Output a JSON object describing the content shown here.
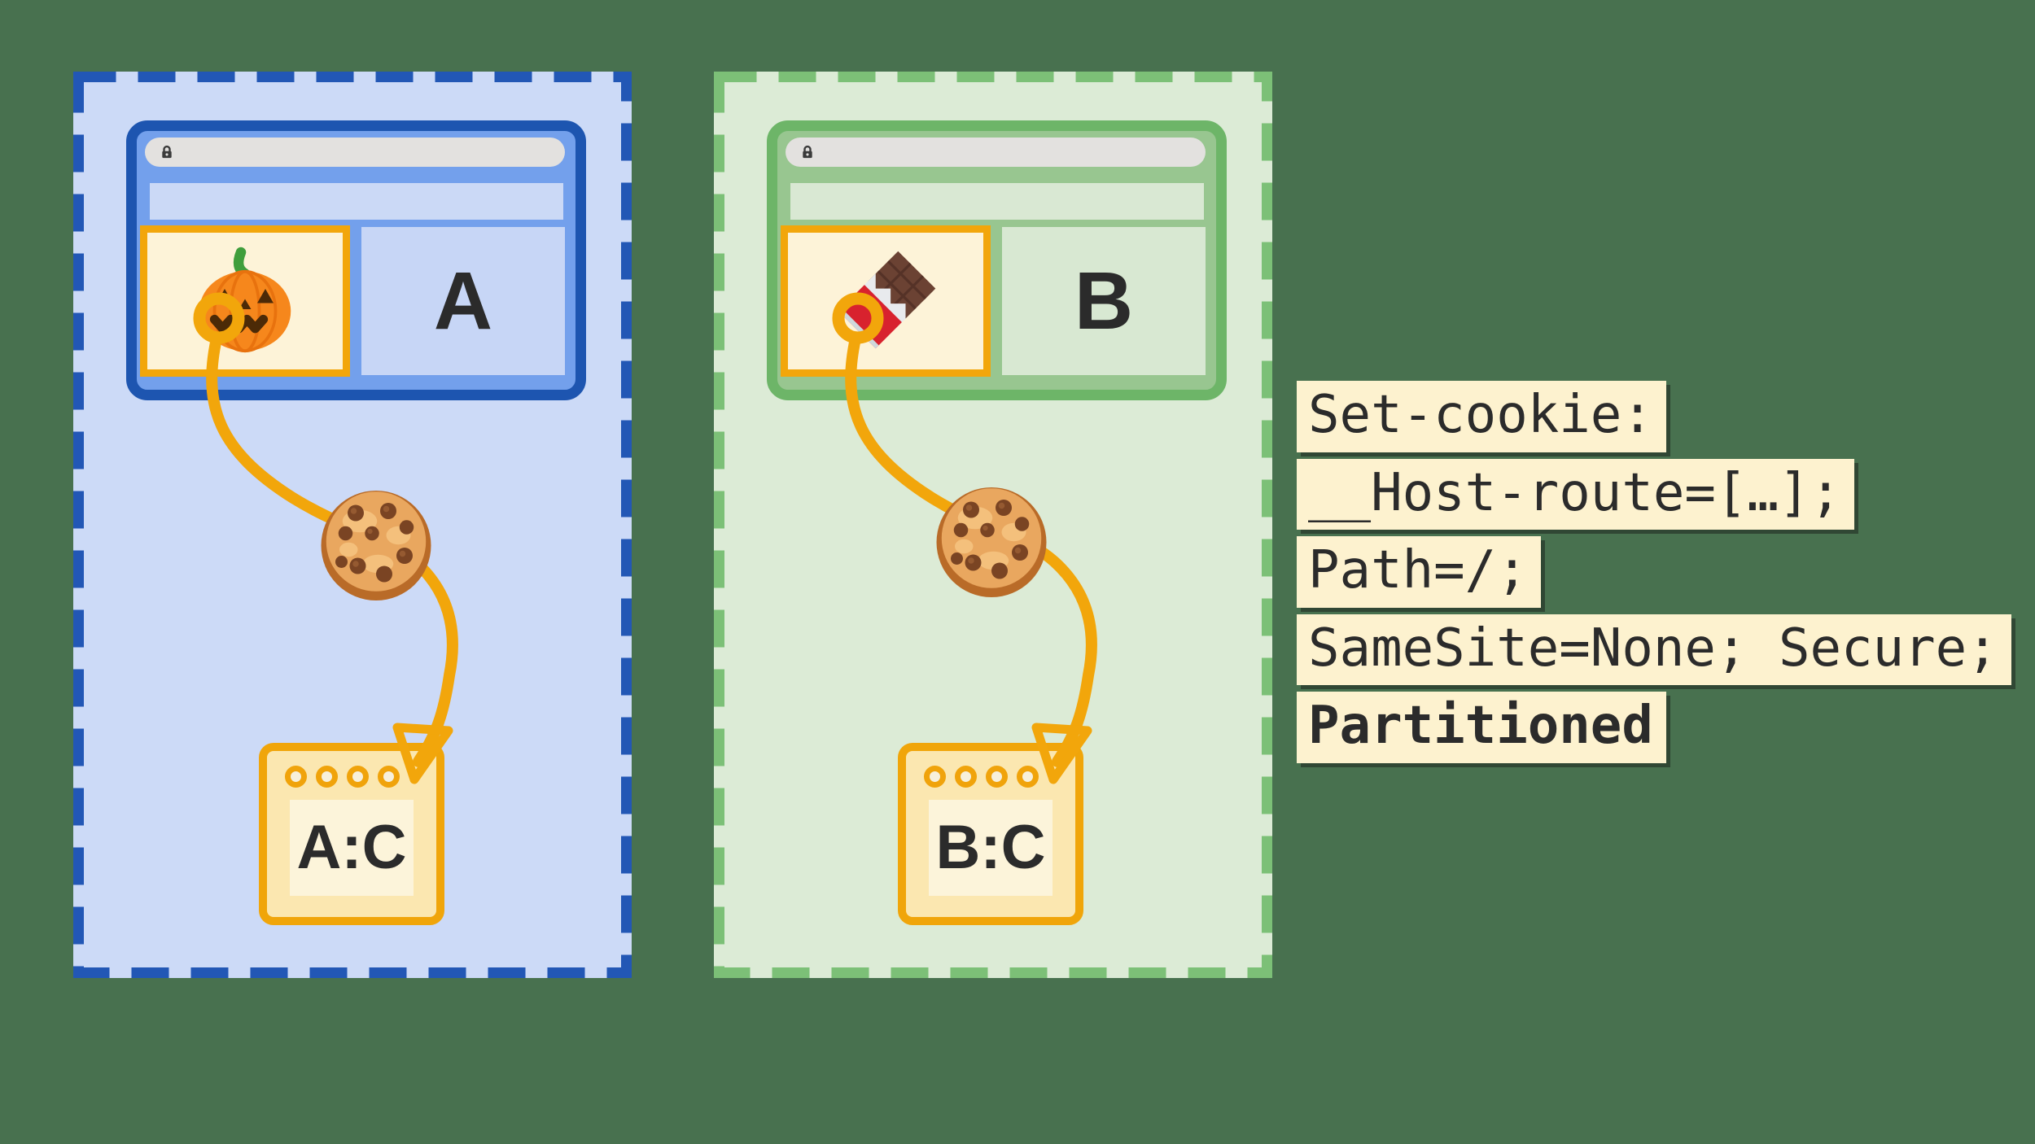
{
  "diagram": {
    "title_semantic": "CHIPS partitioned cookies diagram",
    "background_color": "#48714f",
    "accent_orange": "#f2a60b"
  },
  "partitions": [
    {
      "id": "site-a",
      "dash_color": "#2257b5",
      "fill_color": "#ccdaf7",
      "browser": {
        "border_color": "#1d55b0",
        "fill_color": "#73a0ec",
        "address_bar_color": "#e3e1df",
        "lock_icon": "lock-icon",
        "embed_icon": "jack-o-lantern-pumpkin",
        "embed_frame_border": "#f2a60b",
        "embed_frame_fill": "#fdf3d8",
        "site_label": "A"
      },
      "cookie_icon": "chocolate-chip-cookie",
      "jar_label": "A:C"
    },
    {
      "id": "site-b",
      "dash_color": "#7cc077",
      "fill_color": "#dcebd6",
      "browser": {
        "border_color": "#6db568",
        "fill_color": "#98c690",
        "address_bar_color": "#e3e1df",
        "lock_icon": "lock-icon",
        "embed_icon": "chocolate-bar",
        "embed_frame_border": "#f2a60b",
        "embed_frame_fill": "#fdf3d8",
        "site_label": "B"
      },
      "cookie_icon": "chocolate-chip-cookie",
      "jar_label": "B:C"
    }
  ],
  "code_block": {
    "background": "#fdf2cf",
    "text_color": "#2b2b2b",
    "lines": [
      {
        "text": "Set-cookie:",
        "bold": false
      },
      {
        "text": "__Host-route=[…];",
        "bold": false
      },
      {
        "text": "Path=/;",
        "bold": false
      },
      {
        "text": "SameSite=None; Secure;",
        "bold": false
      },
      {
        "text": "Partitioned",
        "bold": true
      }
    ]
  }
}
